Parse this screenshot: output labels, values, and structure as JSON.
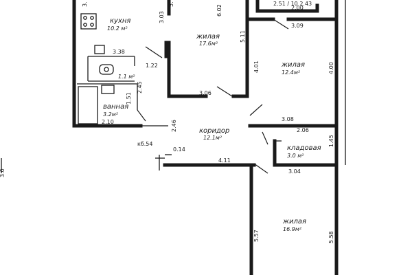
{
  "rooms": {
    "kitchen": {
      "name": "кухня",
      "area": "10.2 м²"
    },
    "living1": {
      "name": "жилая",
      "area": "17.6м²"
    },
    "living2": {
      "name": "жилая",
      "area": "12.4м²"
    },
    "wc": {
      "area": "1.1 м²"
    },
    "bath": {
      "name": "ванная",
      "area": "3.2м²"
    },
    "corridor": {
      "name": "коридор",
      "area": "12.1м²"
    },
    "storage": {
      "name": "кладовая",
      "area": "3.0 м²"
    },
    "living3": {
      "name": "жилая",
      "area": "16.9м²"
    }
  },
  "marks": {
    "kb": "кб.54",
    "balcony": "2.51 / 10 2.43"
  },
  "dimensions": {
    "d_3_03": "3.03",
    "d_6_02": "6.02",
    "d_5_11": "5.11",
    "d_3_38": "3.38",
    "d_1_22": "1.22",
    "d_2_45": "2.45",
    "d_1_51": "1.51",
    "d_2_10": "2.10",
    "d_3_06": "3.06",
    "d_4_01": "4.01",
    "d_4_00": "4.00",
    "d_3_08": "3.08",
    "d_2_06": "2.06",
    "d_2_46": "2.46",
    "d_0_14": "0.14",
    "d_4_11": "4.11",
    "d_1_45": "1.45",
    "d_3_04": "3.04",
    "d_5_57": "5.57",
    "d_5_58": "5.58",
    "d_3_09": "3.09",
    "d_2_00": "2.00",
    "d_3_top": "3.",
    "d_5_top": "5.",
    "d_3_left": "3.0"
  }
}
